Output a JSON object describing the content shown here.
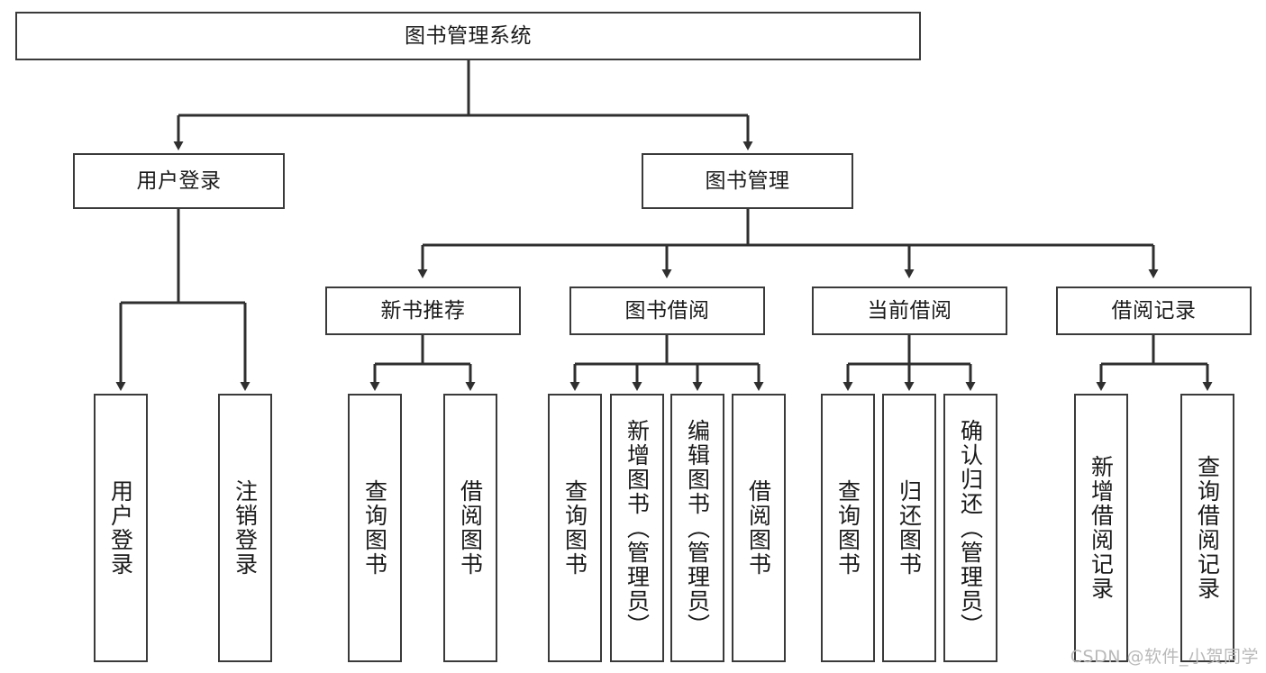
{
  "diagram": {
    "title": "图书管理系统",
    "type": "tree-hierarchy",
    "root": {
      "label": "图书管理系统"
    },
    "level1": [
      {
        "label": "用户登录"
      },
      {
        "label": "图书管理"
      }
    ],
    "level2": [
      {
        "label": "新书推荐"
      },
      {
        "label": "图书借阅"
      },
      {
        "label": "当前借阅"
      },
      {
        "label": "借阅记录"
      }
    ],
    "leaves": {
      "user_login": [
        {
          "label": "用户登录"
        },
        {
          "label": "注销登录"
        }
      ],
      "new_book_recommend": [
        {
          "label": "查询图书"
        },
        {
          "label": "借阅图书"
        }
      ],
      "book_borrow": [
        {
          "label": "查询图书"
        },
        {
          "label": "新增图书（管理员）"
        },
        {
          "label": "编辑图书（管理员）"
        },
        {
          "label": "借阅图书"
        }
      ],
      "current_borrow": [
        {
          "label": "查询图书"
        },
        {
          "label": "归还图书"
        },
        {
          "label": "确认归还（管理员）"
        }
      ],
      "borrow_record": [
        {
          "label": "新增借阅记录"
        },
        {
          "label": "查询借阅记录"
        }
      ]
    }
  },
  "watermark": {
    "text": "CSDN @软件_小贺同学"
  },
  "colors": {
    "stroke": "#3a3a3a",
    "background": "#ffffff",
    "text": "#1a1a1a",
    "watermark": "#b9b9b9"
  }
}
